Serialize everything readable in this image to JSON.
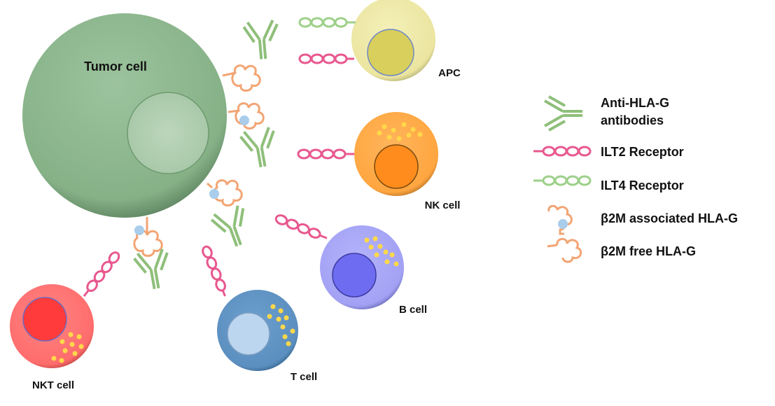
{
  "cells": {
    "tumor": {
      "label": "Tumor cell",
      "color": "#8db58e"
    },
    "apc": {
      "label": "APC",
      "color": "#efeaa6"
    },
    "nk": {
      "label": "NK cell",
      "color": "#ffab4a"
    },
    "b": {
      "label": "B cell",
      "color": "#a9a8f6"
    },
    "t": {
      "label": "T cell",
      "color": "#5e92c2"
    },
    "nkt": {
      "label": "NKT cell",
      "color": "#ff6f6f"
    }
  },
  "legend": {
    "antibody": {
      "label_line1": "Anti-HLA-G",
      "label_line2": "antibodies",
      "icon": "antibody-icon",
      "color": "#8fbf7a"
    },
    "ilt2": {
      "label": "ILT2 Receptor",
      "icon": "ilt2-receptor-icon",
      "color": "#e8588f"
    },
    "ilt4": {
      "label": "ILT4 Receptor",
      "icon": "ilt4-receptor-icon",
      "color": "#9ed08a"
    },
    "associated": {
      "label": "β2M associated HLA-G",
      "icon": "b2m-associated-hla-g-icon",
      "color": "#f2a574"
    },
    "free": {
      "label": "β2M free HLA-G",
      "icon": "b2m-free-hla-g-icon",
      "color": "#f2a574"
    }
  },
  "colors": {
    "b2m": "#a9cdea",
    "granule": "#ffd84a"
  }
}
